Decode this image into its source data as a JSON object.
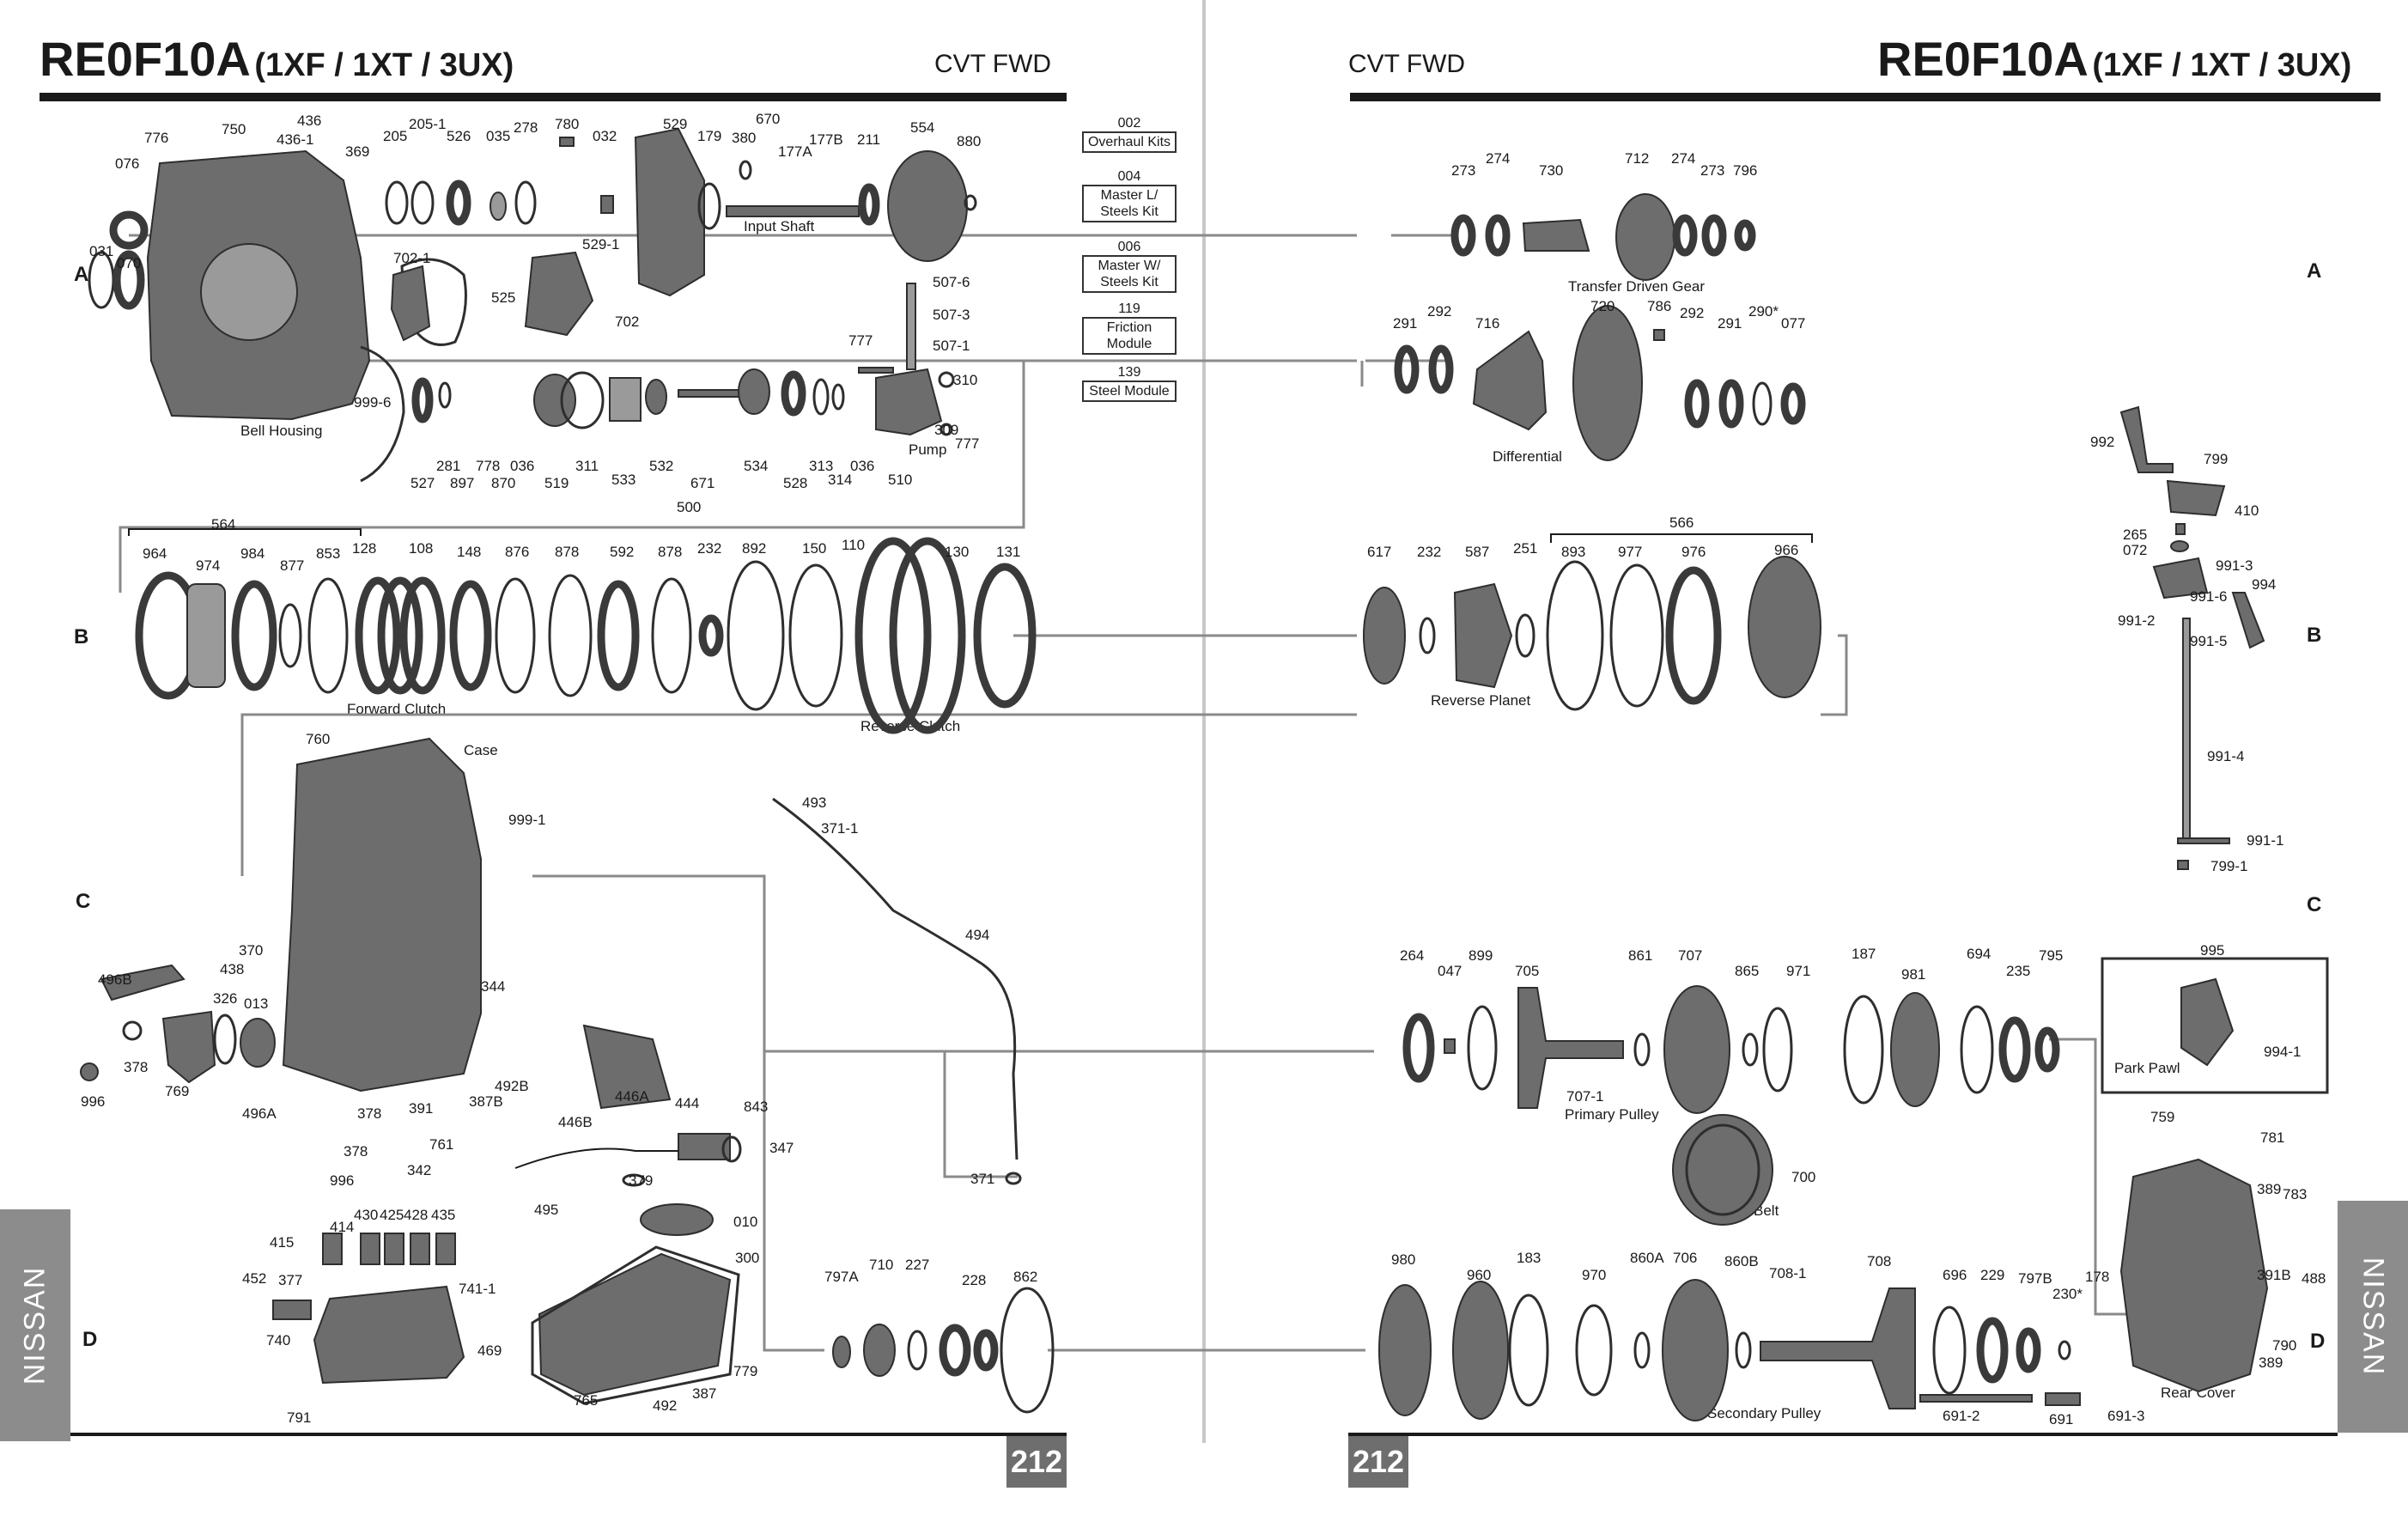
{
  "left_page": {
    "title_model": "RE0F10A",
    "title_codes": "(1XF / 1XT / 3UX)",
    "subtitle": "CVT FWD",
    "page_number": "212",
    "side_tab": "NISSAN",
    "kits": [
      {
        "code": "002",
        "name": "Overhaul Kits"
      },
      {
        "code": "004",
        "name": "Master L/ Steels Kit"
      },
      {
        "code": "006",
        "name": "Master W/ Steels Kit"
      },
      {
        "code": "119",
        "name": "Friction Module"
      },
      {
        "code": "139",
        "name": "Steel Module"
      }
    ],
    "row_letters": [
      "A",
      "B",
      "C",
      "D"
    ],
    "captions": {
      "bell_housing": "Bell Housing",
      "input_shaft": "Input Shaft",
      "pump": "Pump",
      "forward_clutch": "Forward Clutch",
      "reverse_clutch": "Reverse Clutch",
      "case": "Case"
    },
    "part_numbers_a": [
      "776",
      "750",
      "436",
      "436-1",
      "369",
      "205",
      "205-1",
      "526",
      "035",
      "278",
      "780",
      "032",
      "529",
      "179",
      "380",
      "670",
      "177A",
      "177B",
      "211",
      "554",
      "880",
      "076",
      "031",
      "070",
      "702-1",
      "525",
      "529-1",
      "702",
      "507-6",
      "507-3",
      "507-1",
      "777",
      "310",
      "309",
      "777",
      "999-6",
      "527",
      "281",
      "897",
      "778",
      "870",
      "036",
      "519",
      "311",
      "533",
      "532",
      "671",
      "534",
      "528",
      "313",
      "314",
      "036",
      "510",
      "500"
    ],
    "part_numbers_b": [
      "564",
      "964",
      "974",
      "984",
      "877",
      "853",
      "128",
      "108",
      "148",
      "876",
      "878",
      "592",
      "878",
      "232",
      "892",
      "150",
      "110",
      "130",
      "131"
    ],
    "part_numbers_c": [
      "760",
      "999-1",
      "493",
      "371-1",
      "494",
      "370",
      "438",
      "496B",
      "326",
      "013",
      "378",
      "996",
      "769",
      "344",
      "492B",
      "387B",
      "446A",
      "444",
      "843",
      "446B",
      "347",
      "496A",
      "378",
      "391",
      "761",
      "378",
      "342",
      "996",
      "379",
      "371",
      "010"
    ],
    "part_numbers_d": [
      "495",
      "300",
      "415",
      "414",
      "430",
      "425",
      "428",
      "435",
      "452",
      "377",
      "741-1",
      "740",
      "469",
      "791",
      "765",
      "779",
      "387",
      "492",
      "797A",
      "710",
      "227",
      "228",
      "862"
    ]
  },
  "right_page": {
    "title_model": "RE0F10A",
    "title_codes": "(1XF / 1XT / 3UX)",
    "subtitle": "CVT FWD",
    "page_number": "212",
    "side_tab": "NISSAN",
    "row_letters": [
      "A",
      "B",
      "C",
      "D"
    ],
    "captions": {
      "transfer_driven_gear": "Transfer Driven Gear",
      "differential": "Differential",
      "reverse_planet": "Reverse Planet",
      "primary_pulley": "Primary Pulley",
      "belt": "Belt",
      "park_pawl": "Park Pawl",
      "secondary_pulley": "Secondary Pulley",
      "rear_cover": "Rear  Cover"
    },
    "part_numbers_a": [
      "273",
      "274",
      "730",
      "712",
      "274",
      "273",
      "796",
      "291",
      "292",
      "716",
      "720",
      "786",
      "292",
      "291",
      "290*",
      "077"
    ],
    "part_numbers_side": [
      "992",
      "799",
      "410",
      "265",
      "072",
      "991-3",
      "991-6",
      "994",
      "991-2",
      "991-5",
      "991-4",
      "991-1",
      "799-1"
    ],
    "part_numbers_b": [
      "566",
      "617",
      "232",
      "587",
      "251",
      "893",
      "977",
      "976",
      "966"
    ],
    "part_numbers_c": [
      "264",
      "047",
      "899",
      "705",
      "861",
      "707",
      "865",
      "971",
      "187",
      "981",
      "694",
      "235",
      "795",
      "995",
      "994-1",
      "707-1",
      "700",
      "759",
      "781",
      "389",
      "783"
    ],
    "part_numbers_d": [
      "980",
      "960",
      "183",
      "970",
      "860A",
      "706",
      "860B",
      "708-1",
      "708",
      "696",
      "229",
      "797B",
      "230*",
      "178",
      "391B",
      "488",
      "790",
      "389",
      "691-2",
      "691",
      "691-3"
    ]
  },
  "colors": {
    "ink": "#1a1a1a",
    "part_gray": "#6d6d6d",
    "flow_arrow": "#8a8a8a",
    "tab_gray": "#8c8c8c",
    "page_number_bg": "#6e6e6e"
  }
}
